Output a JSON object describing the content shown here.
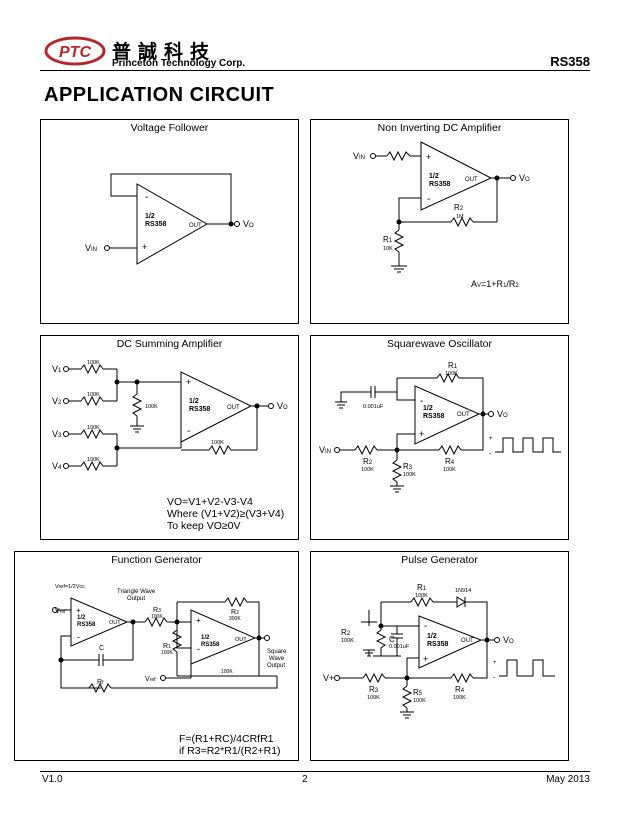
{
  "header": {
    "logo_text": "PTC",
    "company_cn": "普誠科技",
    "company_en": "Princeton Technology Corp.",
    "part_number": "RS358"
  },
  "title": "APPLICATION CIRCUIT",
  "panels": {
    "voltage_follower": {
      "title": "Voltage Follower",
      "opamp_half": "1/2",
      "opamp_part": "RS358",
      "out": "OUT",
      "minus": "-",
      "plus": "+",
      "vin": "V",
      "vin_sub": "IN",
      "vo": "V",
      "vo_sub": "O"
    },
    "non_inverting": {
      "title": "Non Inverting DC Amplifier",
      "opamp_half": "1/2",
      "opamp_part": "RS358",
      "out": "OUT",
      "vin": "V",
      "vin_sub": "IN",
      "vo": "V",
      "vo_sub": "O",
      "r2": "R",
      "r2_sub": "2",
      "r2_val": "1M",
      "r1": "R",
      "r1_sub": "1",
      "r1_val": "10K",
      "gain": "A",
      "gain_sub": "V",
      "gain_expr": "=1+R",
      "gain_s1": "1",
      "gain_mid": "/R",
      "gain_s2": "2"
    },
    "summing": {
      "title": "DC Summing Amplifier",
      "opamp_half": "1/2",
      "opamp_part": "RS358",
      "out": "OUT",
      "inputs": [
        "V1",
        "V2",
        "V3",
        "V4"
      ],
      "in_subs": [
        "1",
        "2",
        "3",
        "4"
      ],
      "res_val": "100K",
      "vo": "V",
      "vo_sub": "O",
      "formula1": "VO=V1+V2-V3-V4",
      "formula2": "Where (V1+V2)≥(V3+V4)",
      "formula3": "To keep VO≥0V"
    },
    "squarewave": {
      "title": "Squarewave Oscillator",
      "opamp_half": "1/2",
      "opamp_part": "RS358",
      "out": "OUT",
      "cap": "0.001uF",
      "r1": "R",
      "r1_sub": "1",
      "r1_val": "100K",
      "r2": "R",
      "r2_sub": "2",
      "r2_val": "100K",
      "r3": "R",
      "r3_sub": "3",
      "r3_val": "100K",
      "r4": "R",
      "r4_sub": "4",
      "r4_val": "100K",
      "vin": "V",
      "vin_sub": "IN",
      "vo": "V",
      "vo_sub": "O"
    },
    "function_gen": {
      "title": "Function Generator",
      "opamp_half": "1/2",
      "opamp_part": "RS358",
      "out": "OUT",
      "vref_label": "Vref=1/2Vcc",
      "vref": "V",
      "vref_sub": "ref",
      "tri": "Triangle Wave",
      "tri2": "Output",
      "r3": "R",
      "r3_sub": "3",
      "r3_val": "100K",
      "r2": "R",
      "r2_sub": "2",
      "r2_val": "300K",
      "r1": "R",
      "r1_sub": "1",
      "r1_val": "100K",
      "rf": "R",
      "rf_sub": "f",
      "r_val": "100K",
      "cap": "C",
      "sq": "Square",
      "sq2": "Wave",
      "sq3": "Output",
      "formula1": "F=(R1+RC)/4CRfR1",
      "formula2": "if R3=R2*R1/(R2+R1)"
    },
    "pulse_gen": {
      "title": "Pulse Generator",
      "opamp_half": "1/2",
      "opamp_part": "RS358",
      "out": "OUT",
      "diode": "1N914",
      "r1": "R",
      "r1_sub": "1",
      "r1_val": "100K",
      "r2": "R",
      "r2_sub": "2",
      "r2_val": "100K",
      "r3": "R",
      "r3_sub": "3",
      "r3_val": "100K",
      "r4": "R",
      "r4_sub": "4",
      "r4_val": "100K",
      "r5": "R",
      "r5_sub": "5",
      "r5_val": "100K",
      "cap": "C",
      "cap_val": "0.001uF",
      "vplus": "V+",
      "vo": "V",
      "vo_sub": "O"
    }
  },
  "footer": {
    "version": "V1.0",
    "page": "2",
    "date": "May 2013"
  }
}
